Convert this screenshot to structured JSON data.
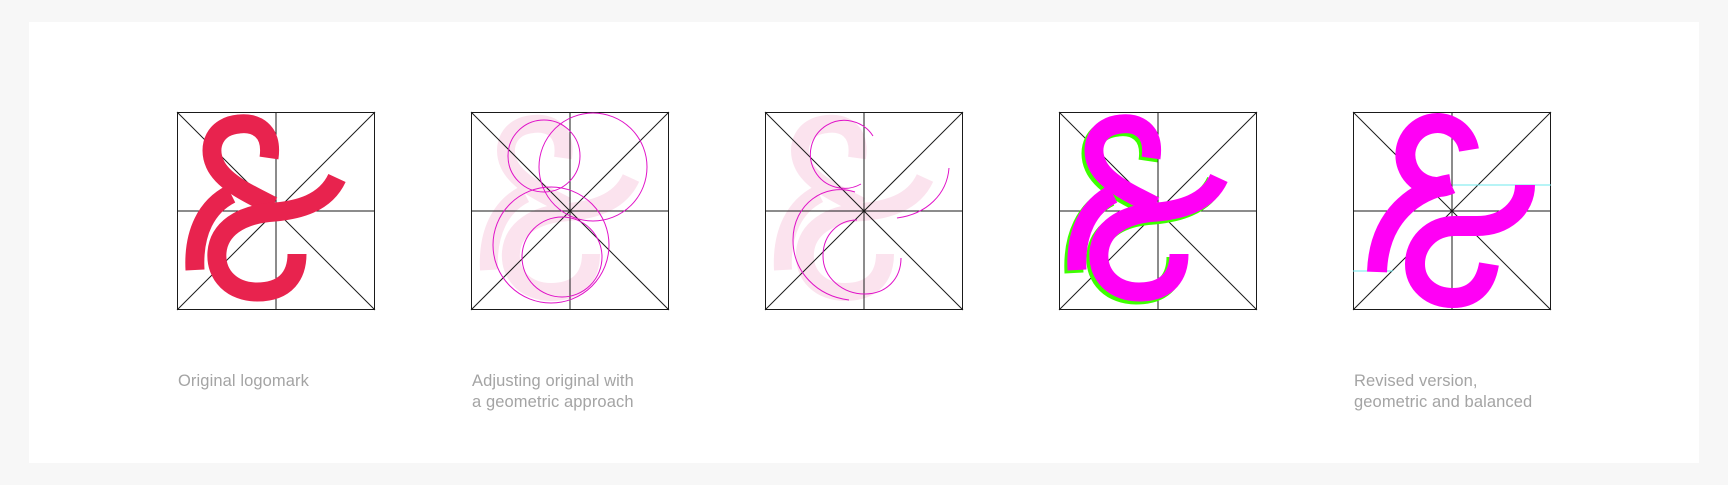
{
  "colors": {
    "background": "#f7f7f7",
    "card": "#ffffff",
    "grid": "#1a1a1a",
    "original_mark": "#e8234e",
    "revised_mark": "#ff00f5",
    "construction_circle": "#e012c8",
    "ghost_tint": "#fbe3ee",
    "overlap_highlight": "#3dff00",
    "guide_line": "#6fe8ee",
    "caption_text": "#a4a4a4"
  },
  "panels": [
    {
      "id": "original",
      "caption_lines": [
        "Original logomark"
      ]
    },
    {
      "id": "adjusting",
      "caption_lines": [
        "Adjusting original with",
        "a geometric approach"
      ]
    },
    {
      "id": "construction",
      "caption_lines": []
    },
    {
      "id": "overlay",
      "caption_lines": []
    },
    {
      "id": "revised",
      "caption_lines": [
        "Revised version,",
        "geometric and balanced"
      ]
    }
  ],
  "icons": [
    "ampersand-logomark"
  ]
}
